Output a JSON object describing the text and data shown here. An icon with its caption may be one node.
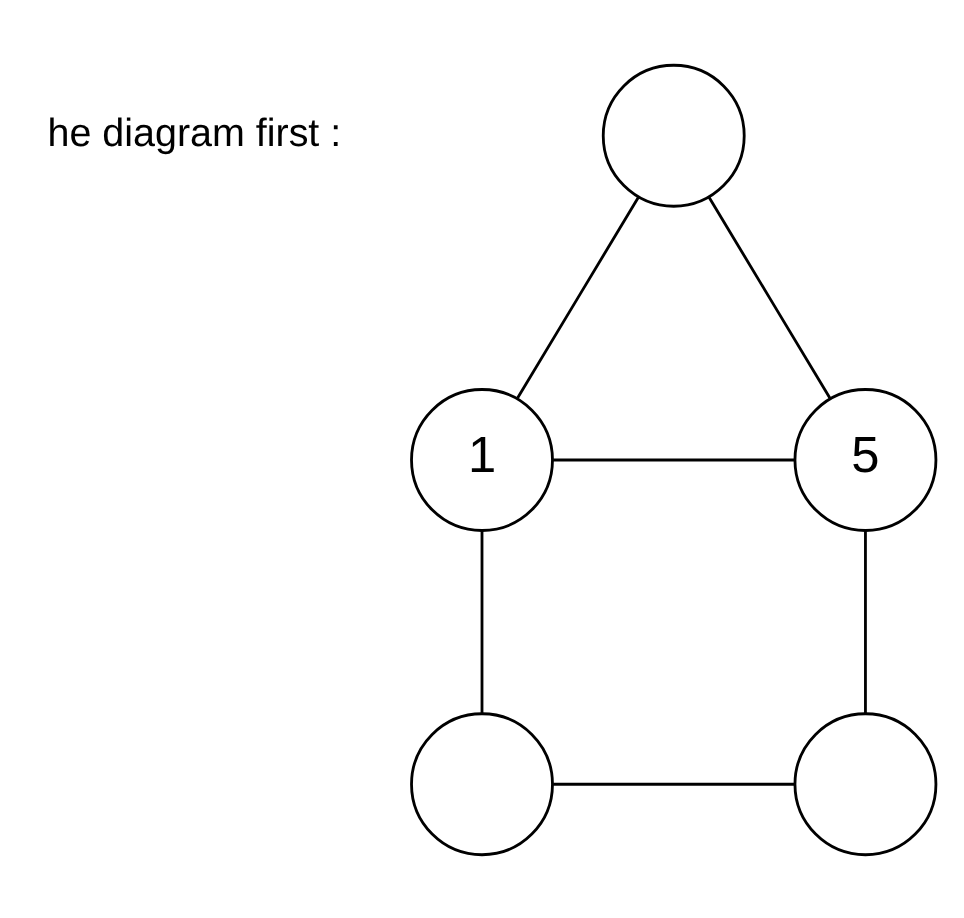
{
  "diagram": {
    "nodes": [
      {
        "text": [],
        "shape": "circle"
      },
      {
        "text": [
          "1"
        ]
      },
      {
        "text": [
          "5"
        ]
      },
      {
        "text": [],
        "shape": "circle"
      },
      {
        "text": [],
        "shape": "circle"
      }
    ],
    "edges": [
      {
        "from": 0,
        "to": 1,
        "arrow": "none"
      },
      {
        "from": 0,
        "to": 2,
        "arrow": "none"
      },
      {
        "from": 1,
        "to": 2,
        "arrow": "none"
      },
      {
        "from": 1,
        "to": 3,
        "arrow": "none"
      },
      {
        "from": 2,
        "to": 4,
        "arrow": "none"
      },
      {
        "from": 3,
        "to": 4,
        "arrow": "none"
      }
    ],
    "labels": [
      "he diagram first :"
    ]
  }
}
